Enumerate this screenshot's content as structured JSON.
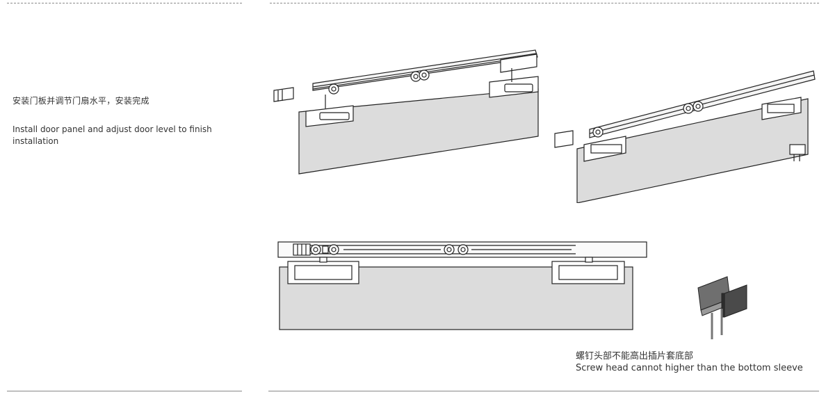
{
  "step": {
    "title_cn": "安装门板并调节门扇水平，安装完成",
    "title_en": "Install door panel  and adjust door level to finish installation"
  },
  "note": {
    "cn": "螺钉头部不能高出插片套底部",
    "en": "Screw head cannot higher than the bottom sleeve"
  },
  "colors": {
    "panel_fill": "#dcdcdc",
    "line": "#222222",
    "text": "#333333"
  }
}
